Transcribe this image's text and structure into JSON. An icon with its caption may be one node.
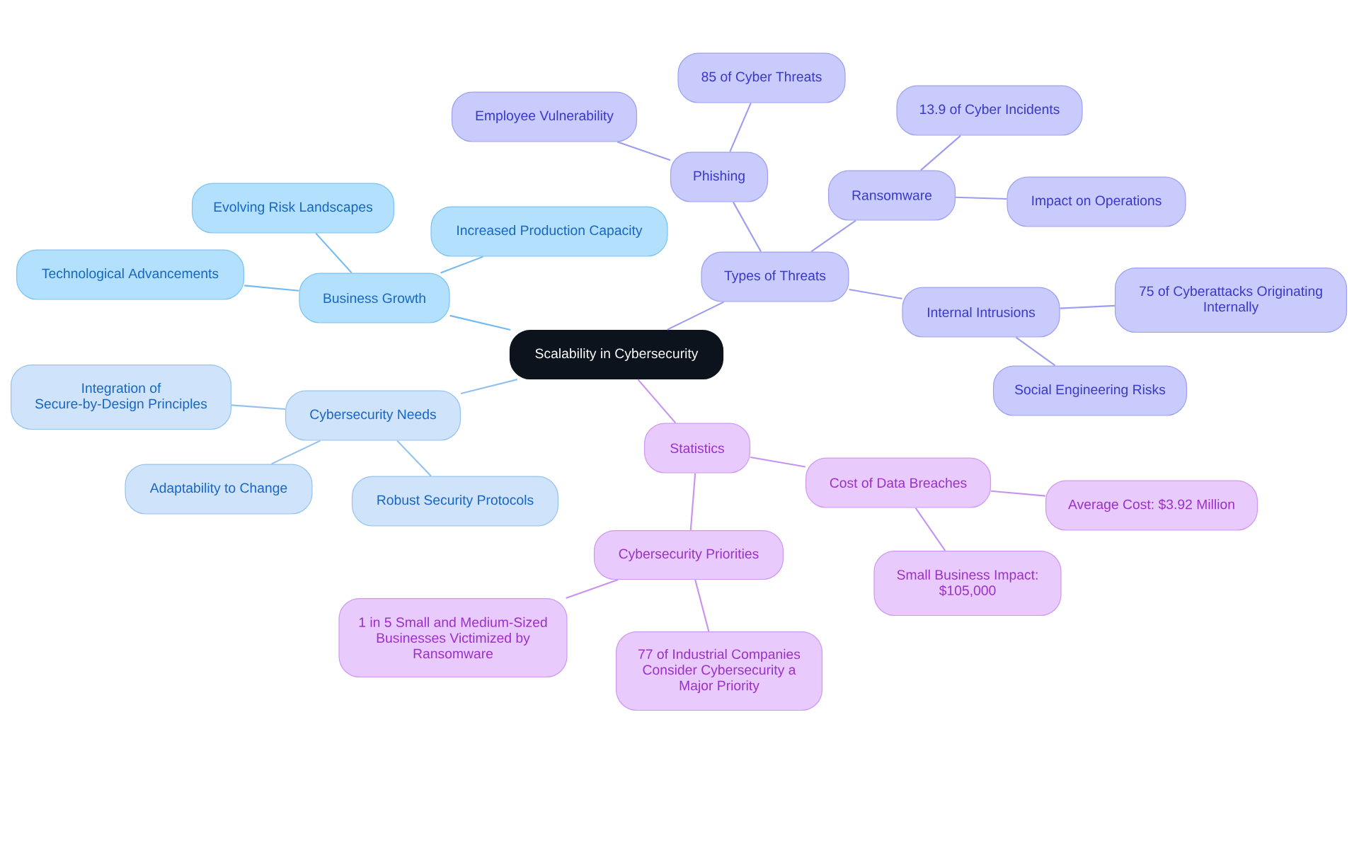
{
  "diagram": {
    "nodes": [
      {
        "text": [
          "Scalability in Cybersecurity"
        ]
      },
      {
        "text": [
          "Business Growth"
        ]
      },
      {
        "text": [
          "Evolving Risk Landscapes"
        ]
      },
      {
        "text": [
          "Technological Advancements"
        ]
      },
      {
        "text": [
          "Increased Production Capacity"
        ]
      },
      {
        "text": [
          "Cybersecurity Needs"
        ]
      },
      {
        "text": [
          "Integration of Secure-by-Design Principles"
        ]
      },
      {
        "text": [
          "Adaptability to Change"
        ]
      },
      {
        "text": [
          "Robust Security Protocols"
        ]
      },
      {
        "text": [
          "Types of Threats"
        ]
      },
      {
        "text": [
          "Phishing"
        ]
      },
      {
        "text": [
          "Employee Vulnerability"
        ]
      },
      {
        "text": [
          "85 of Cyber Threats"
        ]
      },
      {
        "text": [
          "Ransomware"
        ]
      },
      {
        "text": [
          "13.9 of Cyber Incidents"
        ]
      },
      {
        "text": [
          "Impact on Operations"
        ]
      },
      {
        "text": [
          "Internal Intrusions"
        ]
      },
      {
        "text": [
          "75 of Cyberattacks Originating Internally"
        ]
      },
      {
        "text": [
          "Social Engineering Risks"
        ]
      },
      {
        "text": [
          "Statistics"
        ]
      },
      {
        "text": [
          "Cost of Data Breaches"
        ]
      },
      {
        "text": [
          "Average Cost: $3.92 Million"
        ]
      },
      {
        "text": [
          "Small Business Impact: $105,000"
        ]
      },
      {
        "text": [
          "Cybersecurity Priorities"
        ]
      },
      {
        "text": [
          "1 in 5 Small and Medium-Sized Businesses Victimized by Ransomware"
        ]
      },
      {
        "text": [
          "77 of Industrial Companies Consider Cybersecurity a Major Priority"
        ]
      }
    ],
    "edges": [
      {
        "from": 0,
        "to": 1,
        "arrow": "none",
        "color": "#74b9ef"
      },
      {
        "from": 1,
        "to": 2,
        "arrow": "none",
        "color": "#74b9ef"
      },
      {
        "from": 1,
        "to": 3,
        "arrow": "none",
        "color": "#74b9ef"
      },
      {
        "from": 1,
        "to": 4,
        "arrow": "none",
        "color": "#74b9ef"
      },
      {
        "from": 0,
        "to": 5,
        "arrow": "none",
        "color": "#94c0ee"
      },
      {
        "from": 5,
        "to": 6,
        "arrow": "none",
        "color": "#94c0ee"
      },
      {
        "from": 5,
        "to": 7,
        "arrow": "none",
        "color": "#94c0ee"
      },
      {
        "from": 5,
        "to": 8,
        "arrow": "none",
        "color": "#94c0ee"
      },
      {
        "from": 0,
        "to": 9,
        "arrow": "none",
        "color": "#9c9cf0"
      },
      {
        "from": 9,
        "to": 10,
        "arrow": "none",
        "color": "#9c9cf0"
      },
      {
        "from": 10,
        "to": 11,
        "arrow": "none",
        "color": "#9c9cf0"
      },
      {
        "from": 10,
        "to": 12,
        "arrow": "none",
        "color": "#9c9cf0"
      },
      {
        "from": 9,
        "to": 13,
        "arrow": "none",
        "color": "#9c9cf0"
      },
      {
        "from": 13,
        "to": 14,
        "arrow": "none",
        "color": "#9c9cf0"
      },
      {
        "from": 13,
        "to": 15,
        "arrow": "none",
        "color": "#9c9cf0"
      },
      {
        "from": 9,
        "to": 16,
        "arrow": "none",
        "color": "#9c9cf0"
      },
      {
        "from": 16,
        "to": 17,
        "arrow": "none",
        "color": "#9c9cf0"
      },
      {
        "from": 16,
        "to": 18,
        "arrow": "none",
        "color": "#9c9cf0"
      },
      {
        "from": 0,
        "to": 19,
        "arrow": "none",
        "color": "#c892f0"
      },
      {
        "from": 19,
        "to": 20,
        "arrow": "none",
        "color": "#c892f0"
      },
      {
        "from": 20,
        "to": 21,
        "arrow": "none",
        "color": "#c892f0"
      },
      {
        "from": 20,
        "to": 22,
        "arrow": "none",
        "color": "#c892f0"
      },
      {
        "from": 19,
        "to": 23,
        "arrow": "none",
        "color": "#c892f0"
      },
      {
        "from": 23,
        "to": 24,
        "arrow": "none",
        "color": "#c892f0"
      },
      {
        "from": 23,
        "to": 25,
        "arrow": "none",
        "color": "#c892f0"
      }
    ]
  }
}
